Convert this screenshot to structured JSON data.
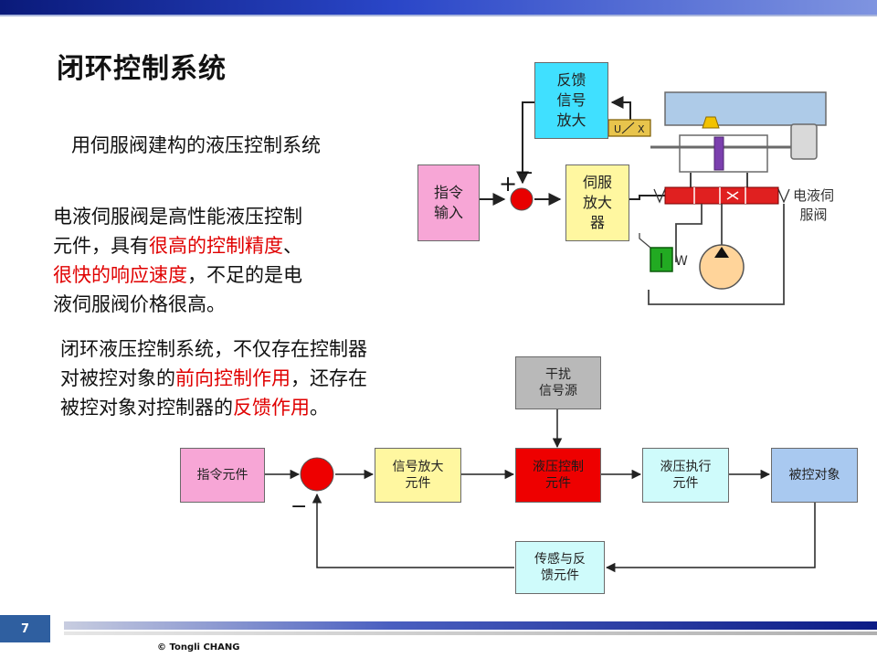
{
  "slide": {
    "title": "闭环控制系统",
    "subtitle": "用伺服阀建构的液压控制系统",
    "para1": {
      "l1": "电液伺服阀是高性能液压控制",
      "l2a": "元件，具有",
      "l2b": "很高的控制精度",
      "l2c": "、",
      "l3a": "很快的响应速度",
      "l3b": "，不足的是电",
      "l4": "液伺服阀价格很高。"
    },
    "para2": {
      "l1": "闭环液压控制系统，不仅存在控制器",
      "l2a": "对被控对象的",
      "l2b": "前向控制作用",
      "l2c": "，还存在",
      "l3a": "被控对象对控制器的",
      "l3b": "反馈作用",
      "l3c": "。"
    },
    "slide_number": "7",
    "copyright": "© Tongli  CHANG"
  },
  "schematic": {
    "feedback_amp": "反馈\n信号\n放大",
    "command_input": "指令\n输入",
    "servo_amp": "伺服\n放大\n器",
    "servo_valve_label": "电液伺\n服阀",
    "plus": "+",
    "minus": "−",
    "sensor_u": "U",
    "sensor_x": "X",
    "spring_w": "W"
  },
  "block_diagram": {
    "disturbance": "干扰\n信号源",
    "command_element": "指令元件",
    "signal_amp": "信号放大\n元件",
    "hydraulic_control": "液压控制\n元件",
    "hydraulic_actuator": "液压执行\n元件",
    "controlled_object": "被控对象",
    "feedback": "传感与反\n馈元件",
    "minus": "−"
  },
  "colors": {
    "pink": "#f7a6d6",
    "yellow": "#fff7a0",
    "red": "#ee0000",
    "cyan": "#cffbfb",
    "blue": "#a9c9f0",
    "gray": "#b9b9b9",
    "schematic_cyan": "#40e0ff",
    "schematic_blue": "#aecbe8"
  }
}
